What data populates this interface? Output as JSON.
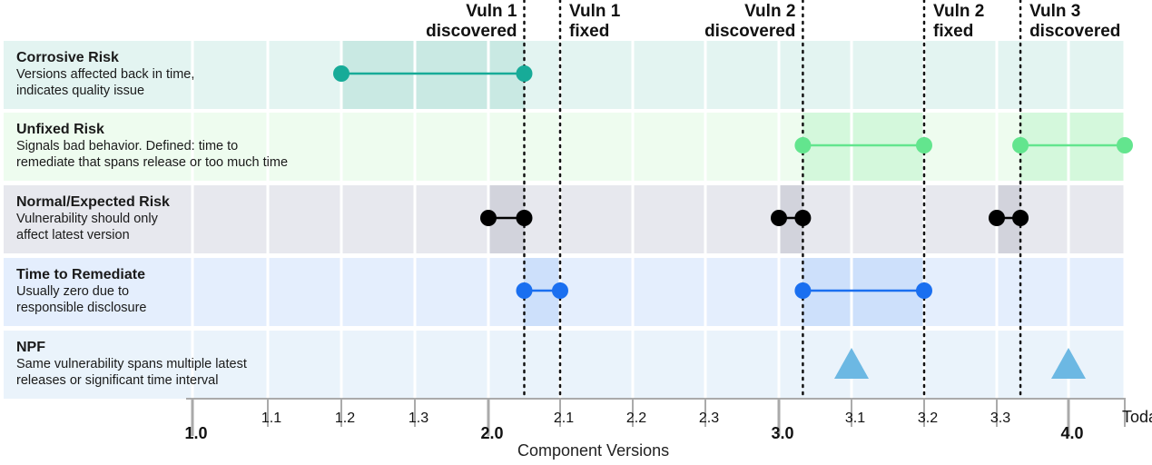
{
  "chart_data": {
    "type": "timeline",
    "xlabel": "Component Versions",
    "versions": [
      "1.0",
      "1.1",
      "1.2",
      "1.3",
      "2.0",
      "2.1",
      "2.2",
      "2.3",
      "3.0",
      "3.1",
      "3.2",
      "3.3",
      "4.0",
      "Today"
    ],
    "major_versions": [
      "1.0",
      "2.0",
      "3.0",
      "4.0"
    ],
    "markers": [
      {
        "label": "Vuln 1\ndiscovered",
        "at": 4.5
      },
      {
        "label": "Vuln 1\nfixed",
        "at": 5
      },
      {
        "label": "Vuln 2\ndiscovered",
        "at": 8.33
      },
      {
        "label": "Vuln 2\nfixed",
        "at": 10
      },
      {
        "label": "Vuln 3\ndiscovered",
        "at": 11.33
      }
    ],
    "rows": [
      {
        "title": "Corrosive Risk",
        "desc": "Versions affected back in time,\nindicates quality issue",
        "bg": "#e3f4f1",
        "segments": [
          {
            "from": 2,
            "to": 4.5,
            "color": "#17ab98",
            "shade": "#c9e9e3"
          }
        ],
        "triangles": []
      },
      {
        "title": "Unfixed Risk",
        "desc": "Signals bad behavior. Defined: time to\nremediate that spans release or too much time",
        "bg": "#eefcef",
        "segments": [
          {
            "from": 8.33,
            "to": 10,
            "color": "#63e58e",
            "shade": "#d4f8dc"
          },
          {
            "from": 11.33,
            "to": 13,
            "color": "#63e58e",
            "shade": "#d4f8dc"
          }
        ],
        "triangles": []
      },
      {
        "title": "Normal/Expected Risk",
        "desc": "Vulnerability should only\naffect latest version",
        "bg": "#e7e8ee",
        "segments": [
          {
            "from": 4,
            "to": 4.5,
            "color": "#000000",
            "shade": "#d2d3dc"
          },
          {
            "from": 8,
            "to": 8.33,
            "color": "#000000",
            "shade": "#d2d3dc"
          },
          {
            "from": 11,
            "to": 11.33,
            "color": "#000000",
            "shade": "#d2d3dc"
          }
        ],
        "triangles": []
      },
      {
        "title": "Time to Remediate",
        "desc": "Usually zero due to\nresponsible disclosure",
        "bg": "#e4eefd",
        "segments": [
          {
            "from": 4.5,
            "to": 5,
            "color": "#1a6ff0",
            "shade": "#cde0fb"
          },
          {
            "from": 8.33,
            "to": 10,
            "color": "#1a6ff0",
            "shade": "#cde0fb"
          }
        ],
        "triangles": []
      },
      {
        "title": "NPF",
        "desc": "Same vulnerability spans multiple latest\nreleases or significant time interval",
        "bg": "#eaf3fb",
        "segments": [],
        "triangles": [
          {
            "at": 9,
            "color": "#6cb8e3"
          },
          {
            "at": 12,
            "color": "#6cb8e3"
          }
        ]
      }
    ]
  }
}
